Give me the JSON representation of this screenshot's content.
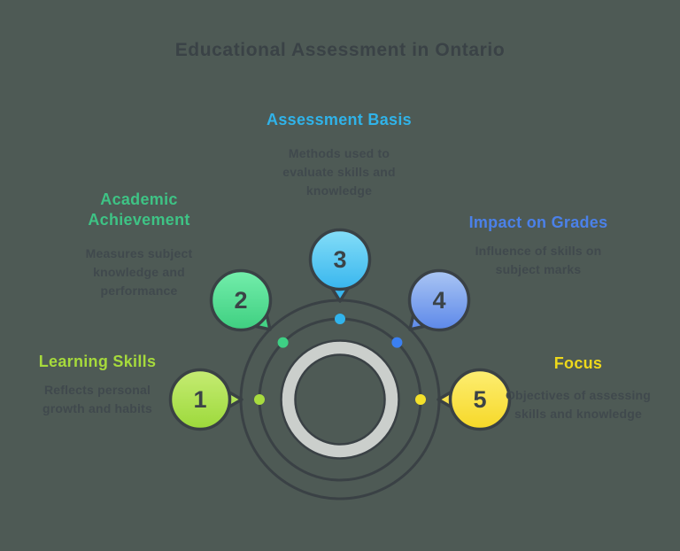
{
  "title": "Educational Assessment in Ontario",
  "canvas": {
    "background": "#4e5a55",
    "outline": "#3a4145",
    "title_color": "#3a4246",
    "description_color": "#40494d",
    "ring_gray": "#cbcfcc",
    "number_color": "#3b4347"
  },
  "items": [
    {
      "number": "1",
      "label": "Learning Skills",
      "description": "Reflects personal growth and habits",
      "accent": "#a6da3c",
      "bubble_top": "#c6ec74",
      "bubble_bottom": "#9cd93a",
      "dot": "#a8dc3f"
    },
    {
      "number": "2",
      "label": "Academic Achievement",
      "description": "Measures subject knowledge and performance",
      "accent": "#3ec385",
      "bubble_top": "#74eeac",
      "bubble_bottom": "#3ecf80",
      "dot": "#3ed084"
    },
    {
      "number": "3",
      "label": "Assessment Basis",
      "description": "Methods used to evaluate skills and knowledge",
      "accent": "#30b3e9",
      "bubble_top": "#85def8",
      "bubble_bottom": "#38b6ee",
      "dot": "#31b4ec"
    },
    {
      "number": "4",
      "label": "Impact on Grades",
      "description": "Influence of skills on subject marks",
      "accent": "#4b81e9",
      "bubble_top": "#abc6f4",
      "bubble_bottom": "#5c88e9",
      "dot": "#3b80f2"
    },
    {
      "number": "5",
      "label": "Focus",
      "description": "Objectives of assessing skills and knowledge",
      "accent": "#edd81b",
      "bubble_top": "#fdee73",
      "bubble_bottom": "#f6d827",
      "dot": "#f4e12b"
    }
  ]
}
